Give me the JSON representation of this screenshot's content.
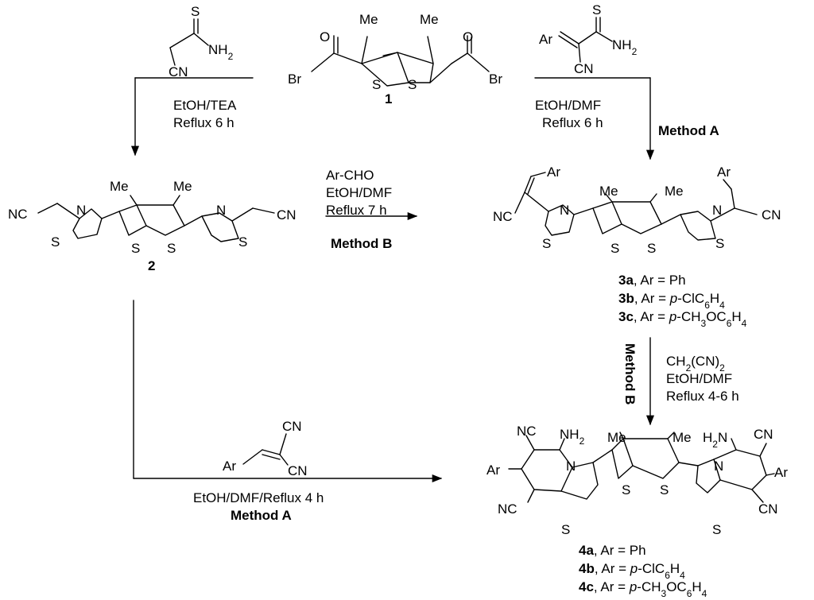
{
  "compounds": {
    "c1": {
      "number": "1",
      "me_left": "Me",
      "me_right": "Me",
      "br_left": "Br",
      "br_right": "Br",
      "o_left": "O",
      "o_right": "O",
      "s_left": "S",
      "s_right": "S"
    },
    "c2": {
      "number": "2",
      "me_left": "Me",
      "me_right": "Me",
      "nc": "NC",
      "cn": "CN",
      "n_left": "N",
      "n_right": "N",
      "s1": "S",
      "s2": "S",
      "s3": "S",
      "s4": "S"
    },
    "c3": {
      "ar_left": "Ar",
      "ar_right": "Ar",
      "me_left": "Me",
      "me_right": "Me",
      "nc": "NC",
      "cn": "CN",
      "n_left": "N",
      "n_right": "N",
      "s1": "S",
      "s2": "S",
      "s3": "S",
      "s4": "S",
      "variants": [
        {
          "id": "3a",
          "text": ", Ar = Ph"
        },
        {
          "id": "3b",
          "pre": ", Ar = ",
          "ital": "p",
          "mid": "-ClC",
          "sub": "6",
          "post": "H",
          "sub2": "4"
        },
        {
          "id": "3c",
          "pre": ", Ar = ",
          "ital": "p",
          "mid": "-CH",
          "sub": "3",
          "mid2": "OC",
          "sub2": "6",
          "post": "H",
          "sub3": "4"
        }
      ]
    },
    "c4": {
      "ar_left": "Ar",
      "ar_right": "Ar",
      "me_left": "Me",
      "me_right": "Me",
      "nc_top": "NC",
      "cn_top": "CN",
      "nc_bottom": "NC",
      "cn_bottom": "CN",
      "nh2_left": "NH",
      "nh2_left_sub": "2",
      "h2n_right": "H",
      "h2n_right_sub": "2",
      "h2n_right_n": "N",
      "n_left": "N",
      "n_right": "N",
      "s1": "S",
      "s2": "S",
      "s3": "S",
      "s4": "S",
      "variants": [
        {
          "id": "4a",
          "text": ", Ar = Ph"
        },
        {
          "id": "4b",
          "pre": ", Ar = ",
          "ital": "p",
          "mid": "-ClC",
          "sub": "6",
          "post": "H",
          "sub2": "4"
        },
        {
          "id": "4c",
          "pre": ", Ar = ",
          "ital": "p",
          "mid": "-CH",
          "sub": "3",
          "mid2": "OC",
          "sub2": "6",
          "post": "H",
          "sub3": "4"
        }
      ]
    }
  },
  "reagents": {
    "cyanothioacetamide": {
      "s": "S",
      "nh": "NH",
      "nh_sub": "2",
      "cn": "CN"
    },
    "arylidene_thioamide": {
      "ar": "Ar",
      "s": "S",
      "nh": "NH",
      "nh_sub": "2",
      "cn": "CN"
    },
    "arylidene_malononitrile": {
      "ar": "Ar",
      "cn_top": "CN",
      "cn_bottom": "CN"
    }
  },
  "conditions": {
    "to_2": [
      "EtOH/TEA",
      "Reflux 6 h"
    ],
    "to_3_a": [
      "EtOH/DMF",
      "Reflux 6 h"
    ],
    "method_a_label": "Method A",
    "to_3_b": [
      "Ar-CHO",
      "EtOH/DMF",
      "Reflux 7 h"
    ],
    "method_b_label": "Method B",
    "to_4_b": {
      "malononitrile_pre": "CH",
      "malononitrile_sub": "2",
      "malononitrile_post": "(CN)",
      "malononitrile_sub2": "2",
      "solvent": "EtOH/DMF",
      "time": "Reflux 4-6 h"
    },
    "method_b_vertical": "Method B",
    "to_4_a": "EtOH/DMF/Reflux 4 h",
    "method_a_bottom": "Method A"
  }
}
